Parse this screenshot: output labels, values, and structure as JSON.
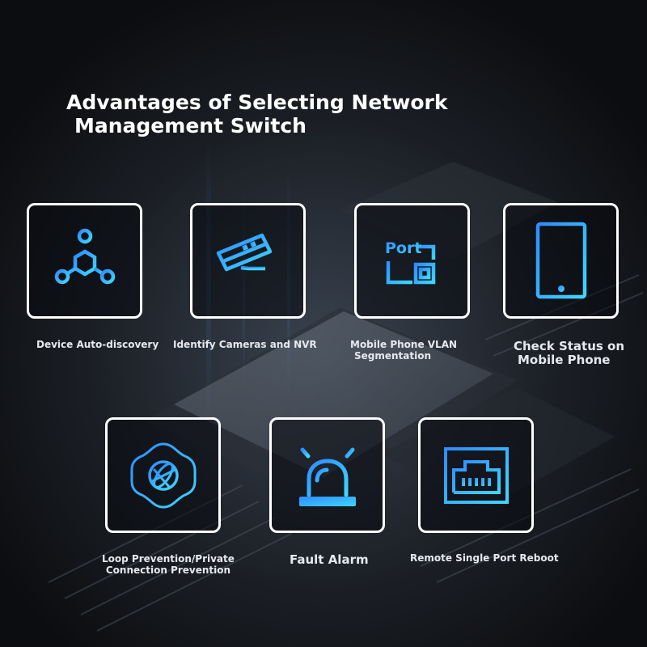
{
  "page": {
    "title_line1": "Advantages of Selecting Network",
    "title_line2": "Management Switch"
  },
  "features": [
    {
      "icon": "network-nodes-icon",
      "label": "Device Auto-discovery"
    },
    {
      "icon": "security-camera-icon",
      "label": "Identify Cameras and NVR"
    },
    {
      "icon": "port-vlan-icon",
      "icon_text": "Port",
      "label_line1": "Mobile Phone VLAN",
      "label_line2": "Segmentation"
    },
    {
      "icon": "mobile-phone-icon",
      "label_line1": "Check Status on",
      "label_line2": "Mobile Phone"
    },
    {
      "icon": "globe-shield-icon",
      "label_line1": "Loop Prevention/Private",
      "label_line2": "Connection Prevention"
    },
    {
      "icon": "alarm-light-icon",
      "label": "Fault Alarm"
    },
    {
      "icon": "ethernet-port-icon",
      "label": "Remote Single Port Reboot"
    }
  ],
  "colors": {
    "icon_gradient_start": "#2f9bff",
    "icon_gradient_end": "#3fd6ff",
    "card_border": "#ffffff"
  }
}
